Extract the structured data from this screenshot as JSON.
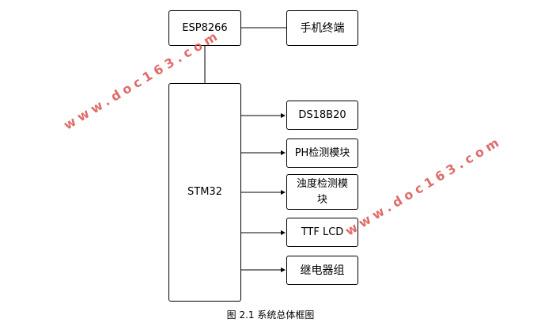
{
  "diagram": {
    "esp": "ESP8266",
    "phone": "手机终端",
    "stm": "STM32",
    "modules": [
      "DS18B20",
      "PH检测模块",
      "浊度检测模\n块",
      "TTF LCD",
      "继电器组"
    ]
  },
  "caption": "图 2.1  系统总体框图",
  "watermark": "www.doc163.com",
  "colors": {
    "line": "#000000",
    "watermark": "#d9534f"
  }
}
